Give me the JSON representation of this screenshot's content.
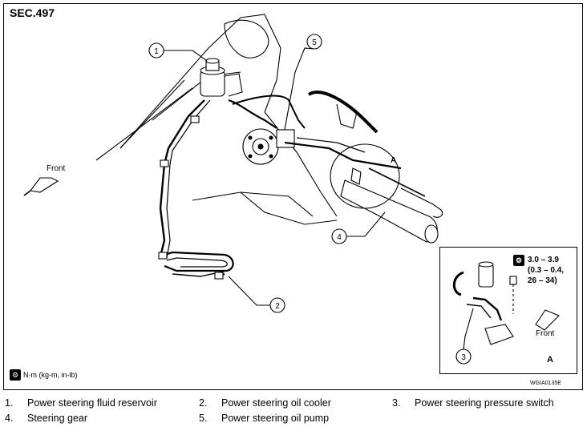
{
  "section_label": "SEC.497",
  "figure_code": "WGIA0135E",
  "legend_unit": "N·m (kg-m, in-lb)",
  "front_label_main": "Front",
  "front_label_detail": "Front",
  "detail_label": "A",
  "detail_marker_main": "A",
  "torque": {
    "line1": "3.0 – 3.9",
    "line2": "(0.3 – 0.4,",
    "line3": "26 – 34)"
  },
  "callouts": [
    "1",
    "2",
    "3",
    "4",
    "5"
  ],
  "captions": [
    {
      "num": "1.",
      "text": "Power steering fluid reservoir"
    },
    {
      "num": "2.",
      "text": "Power steering oil cooler"
    },
    {
      "num": "3.",
      "text": "Power steering pressure switch"
    },
    {
      "num": "4.",
      "text": "Steering gear"
    },
    {
      "num": "5.",
      "text": "Power steering oil pump"
    }
  ]
}
